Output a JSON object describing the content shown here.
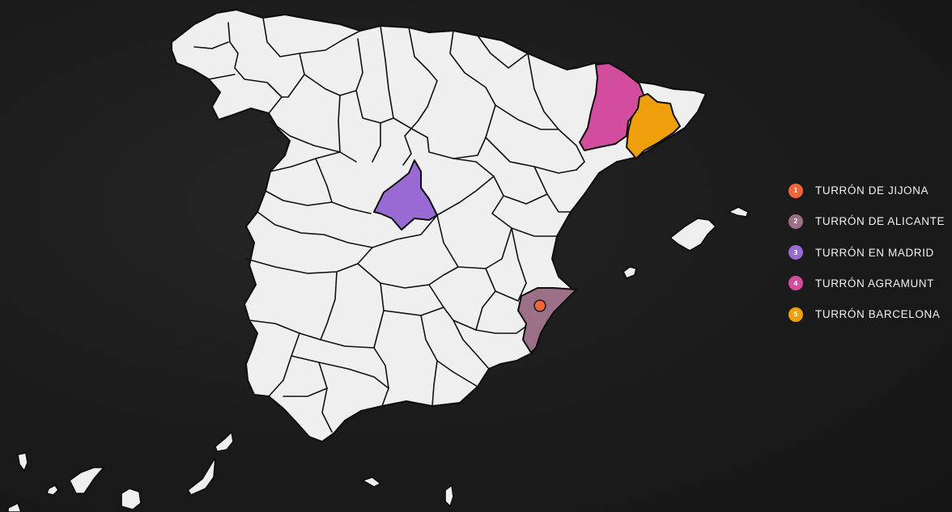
{
  "legend": [
    {
      "num": "1",
      "label": "TURRÓN DE JIJONA",
      "color": "#f4653a"
    },
    {
      "num": "2",
      "label": "TURRÓN DE ALICANTE",
      "color": "#9c7088"
    },
    {
      "num": "3",
      "label": "TURRÓN EN MADRID",
      "color": "#9a6ad4"
    },
    {
      "num": "4",
      "label": "TURRÓN AGRAMUNT",
      "color": "#d34d9e"
    },
    {
      "num": "5",
      "label": "TURRÓN BARCELONA",
      "color": "#ee9f0b"
    }
  ],
  "map": {
    "base_color": "#efefef",
    "background": "#1c1c1c",
    "highlighted_regions": [
      {
        "region": "Madrid",
        "color": "#9a6ad4"
      },
      {
        "region": "Lleida",
        "color": "#d34d9e"
      },
      {
        "region": "Barcelona",
        "color": "#ee9f0b"
      },
      {
        "region": "Alicante",
        "color": "#9c7088"
      }
    ],
    "marker": {
      "label": "Jijona",
      "color": "#f4653a"
    }
  }
}
